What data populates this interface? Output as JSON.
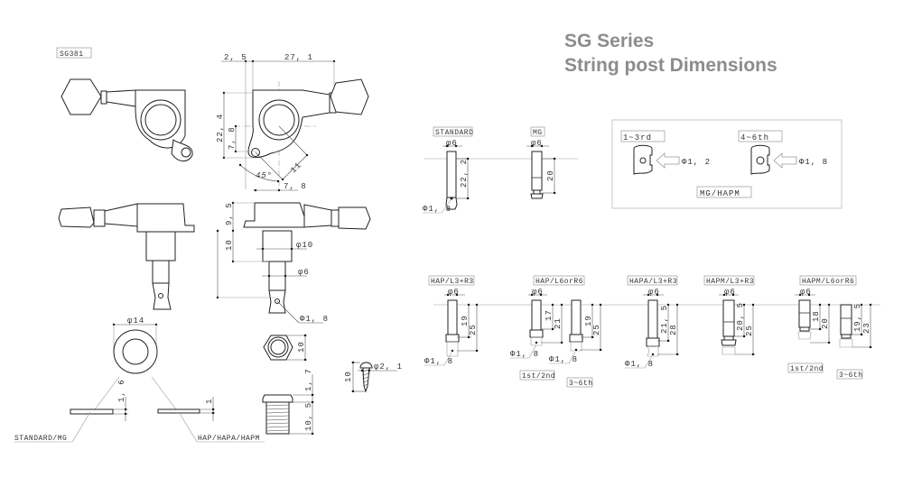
{
  "title": {
    "line1": "SG Series",
    "line2": "String post Dimensions"
  },
  "model_label": "SG381",
  "top_view": {
    "dims": [
      "2, 5",
      "27, 1",
      "22, 4",
      "7, 8",
      "11",
      "45°",
      "7, 8"
    ]
  },
  "side_view": {
    "dims": [
      "9, 5",
      "10",
      "φ10",
      "φ6",
      "Φ1, 8"
    ]
  },
  "washer": {
    "diameter": "φ14",
    "standard_thickness": "1, 6",
    "hap_thickness": "1",
    "standard_label": "STANDARD/MG",
    "hap_label": "HAP/HAPA/HAPM"
  },
  "nut": {
    "hex_dim": "10",
    "head_dim": "1, 7",
    "thread_dim": "10, 5"
  },
  "screw": {
    "length": "10",
    "diameter": "φ2, 1"
  },
  "posts_top": [
    {
      "label": "STANDARD",
      "diameter": "φ6",
      "height": "22, 2",
      "hole": "Φ1, 8"
    },
    {
      "label": "MG",
      "diameter": "φ6",
      "height": "20",
      "hole": ""
    }
  ],
  "mg_hapm_box": {
    "label": "MG/HAPM",
    "items": [
      {
        "tag": "1~3rd",
        "hole": "Φ1, 2"
      },
      {
        "tag": "4~6th",
        "hole": "Φ1, 8"
      }
    ]
  },
  "posts_bottom": [
    {
      "label": "HAP/L3+R3",
      "diameter": "φ6",
      "dims": [
        "19",
        "25"
      ],
      "hole": "Φ1, 8",
      "sub": ""
    },
    {
      "label": "HAP/L6orR6",
      "diameter": "φ6",
      "dims": [
        "17",
        "21"
      ],
      "hole": "Φ1, 8",
      "sub": "1st/2nd"
    },
    {
      "label": "",
      "diameter": "",
      "dims": [
        "19",
        "25"
      ],
      "hole": "Φ1, 8",
      "sub": "3~6th"
    },
    {
      "label": "HAPA/L3+R3",
      "diameter": "φ6",
      "dims": [
        "21, 5",
        "28"
      ],
      "hole": "Φ1, 8",
      "sub": ""
    },
    {
      "label": "HAPM/L3+R3",
      "diameter": "φ6",
      "dims": [
        "20, 5",
        "25"
      ],
      "hole": "",
      "sub": ""
    },
    {
      "label": "HAPM/L6orR6",
      "diameter": "φ6",
      "dims": [
        "18",
        "20"
      ],
      "hole": "",
      "sub": "1st/2nd"
    },
    {
      "label": "",
      "diameter": "",
      "dims": [
        "19, 5",
        "23"
      ],
      "hole": "",
      "sub": "3~6th"
    }
  ]
}
